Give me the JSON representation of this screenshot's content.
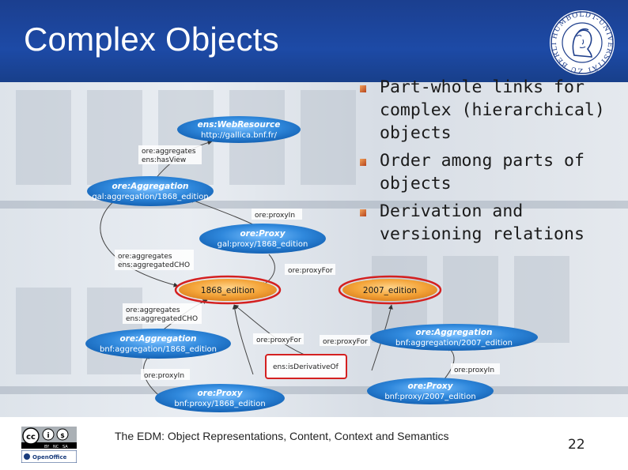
{
  "slide": {
    "title": "Complex Objects",
    "footer_text": "The EDM: Object Representations, Content, Context and Semantics",
    "page_number": "22"
  },
  "logo": {
    "name": "humboldt-university-seal",
    "text": "HUMBOLDT-UNIVERSITÄT ZU BERLIN"
  },
  "bullets": [
    {
      "text": "Part-whole links for complex (hierarchical) objects"
    },
    {
      "text": "Order among parts of objects"
    },
    {
      "text": "Derivation and versioning relations"
    }
  ],
  "diagram": {
    "nodes": [
      {
        "id": "webres",
        "title": "ens:WebResource",
        "sub": "http://gallica.bnf.fr/",
        "style": "blue"
      },
      {
        "id": "gal_agg",
        "title": "ore:Aggregation",
        "sub": "gal:aggregation/1868_edition",
        "style": "blue"
      },
      {
        "id": "gal_proxy",
        "title": "ore:Proxy",
        "sub": "gal:proxy/1868_edition",
        "style": "blue"
      },
      {
        "id": "ed1868",
        "title": "1868_edition",
        "sub": "",
        "style": "orange",
        "highlighted": true
      },
      {
        "id": "ed2007",
        "title": "2007_edition",
        "sub": "",
        "style": "orange",
        "highlighted": true
      },
      {
        "id": "bnf_agg1868",
        "title": "ore:Aggregation",
        "sub": "bnf:aggregation/1868_edition",
        "style": "blue"
      },
      {
        "id": "bnf_agg2007",
        "title": "ore:Aggregation",
        "sub": "bnf:aggregation/2007_edition",
        "style": "blue"
      },
      {
        "id": "bnf_proxy1868",
        "title": "ore:Proxy",
        "sub": "bnf:proxy/1868_edition",
        "style": "blue"
      },
      {
        "id": "bnf_proxy2007",
        "title": "ore:Proxy",
        "sub": "bnf:proxy/2007_edition",
        "style": "blue"
      }
    ],
    "edge_labels": [
      {
        "id": "l_agg_hasview",
        "lines": [
          "ore:aggregates",
          "ens:hasView"
        ]
      },
      {
        "id": "l_proxyin_1",
        "lines": [
          "ore:proxyIn"
        ]
      },
      {
        "id": "l_agg_cho_1",
        "lines": [
          "ore:aggregates",
          "ens:aggregatedCHO"
        ]
      },
      {
        "id": "l_proxyfor_1",
        "lines": [
          "ore:proxyFor"
        ]
      },
      {
        "id": "l_agg_cho_2",
        "lines": [
          "ore:aggregates",
          "ens:aggregatedCHO"
        ]
      },
      {
        "id": "l_proxyfor_2",
        "lines": [
          "ore:proxyFor"
        ]
      },
      {
        "id": "l_proxyfor_3",
        "lines": [
          "ore:proxyFor"
        ]
      },
      {
        "id": "l_derivative",
        "lines": [
          "ens:isDerivativeOf"
        ],
        "highlighted": true
      },
      {
        "id": "l_proxyin_2",
        "lines": [
          "ore:proxyIn"
        ]
      },
      {
        "id": "l_proxyin_3",
        "lines": [
          "ore:proxyIn"
        ]
      }
    ]
  },
  "badges": {
    "cc": {
      "glyphs": [
        "cc",
        "i",
        "$"
      ],
      "labels": [
        "BY",
        "NC",
        "SA"
      ]
    },
    "openoffice": {
      "text": "OpenOffice"
    }
  },
  "colors": {
    "header_blue": "#1d4aa6",
    "node_blue": "#2a82d8",
    "node_orange": "#f09a2a",
    "highlight_red": "#d42020",
    "bullet_marker": "#c8521f"
  }
}
